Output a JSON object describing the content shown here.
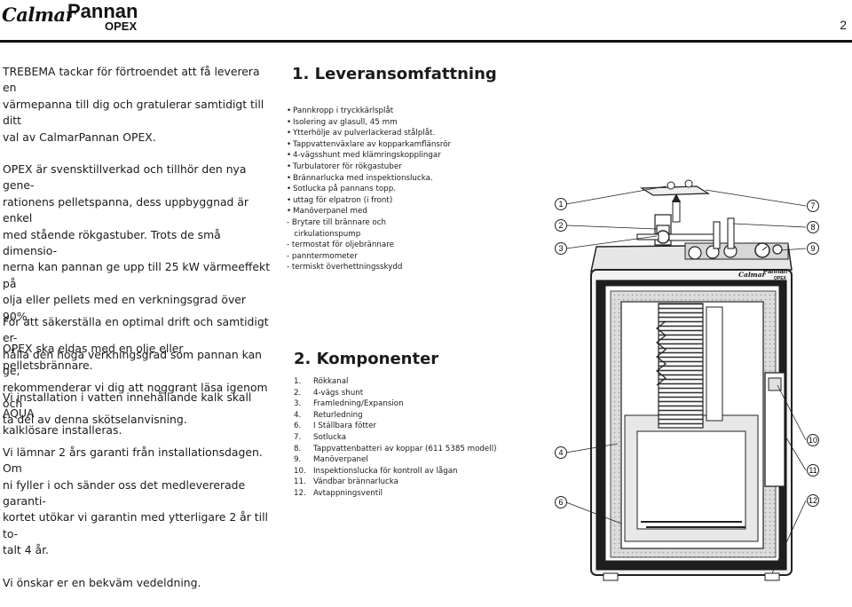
{
  "header": {
    "logo_script": "Calmar",
    "logo_brand": "Pannan",
    "logo_model": "OPEX",
    "page_number": "2"
  },
  "intro": {
    "paragraphs": [
      "TREBEMA tackar för förtroendet att få leverera en\nvärmepanna till dig och gratulerar samtidigt till ditt\nval av CalmarPannan OPEX.",
      "OPEX är svensktillverkad och tillhör den nya gene-\nrationens pelletspanna, dess uppbyggnad är enkel\nmed stående rökgastuber. Trots de små dimensio-\nnerna kan pannan ge upp till 25 kW värmeeffekt på\nolja eller pellets med en verkningsgrad över 90%.",
      "OPEX ska eldas med en olje eller pelletsbrännare.",
      "Vi installation i vatten innehållande kalk skall AQUA\nkalklösare installeras."
    ]
  },
  "lower": {
    "paragraphs": [
      "För att säkerställa en optimal drift och samtidigt er-\nhålla den höga verkningsgrad som pannan kan ge,\nrekommenderar vi dig att noggrant läsa igenom och\nta del av denna skötselanvisning.",
      "Vi lämnar 2 års garanti från installationsdagen. Om\nni fyller i och sänder oss det medlevererade garanti-\nkortet utökar vi garantin med ytterligare 2 år till to-\ntalt 4 år.",
      "Vi önskar er en bekväm vedeldning."
    ]
  },
  "delivery": {
    "title": "1. Leveransomfattning",
    "items": [
      {
        "bullet": "•",
        "text": "Pannkropp i tryckkärlsplåt"
      },
      {
        "bullet": "•",
        "text": "Isolering av glasull, 45 mm"
      },
      {
        "bullet": "•",
        "text": "Ytterhölje av pulverlackerad stålplåt."
      },
      {
        "bullet": "•",
        "text": "Tappvattenväxlare av kopparkamflänsrör"
      },
      {
        "bullet": "•",
        "text": "4-vägsshunt med klämringskopplingar"
      },
      {
        "bullet": "•",
        "text": "Turbulatorer för rökgastuber"
      },
      {
        "bullet": "•",
        "text": "Brännarlucka med inspektionslucka."
      },
      {
        "bullet": "•",
        "text": "Sotlucka på pannans topp."
      },
      {
        "bullet": "•",
        "text": "uttag för elpatron (i front)"
      },
      {
        "bullet": "•",
        "text": "Manöverpanel med"
      },
      {
        "bullet": "",
        "text": "- Brytare till brännare och"
      },
      {
        "bullet": "",
        "text": "   cirkulationspump"
      },
      {
        "bullet": "",
        "text": "- termostat för oljebrännare"
      },
      {
        "bullet": "",
        "text": "- panntermometer"
      },
      {
        "bullet": "",
        "text": "- termiskt överhettningsskydd"
      }
    ]
  },
  "components": {
    "title": "2. Komponenter",
    "items": [
      {
        "num": "1.",
        "text": "Rökkanal"
      },
      {
        "num": "2.",
        "text": "4-vägs shunt"
      },
      {
        "num": "3.",
        "text": "Framledning/Expansion"
      },
      {
        "num": "4.",
        "text": "Returledning"
      },
      {
        "num": "6.",
        "text": "I Ställbara fötter"
      },
      {
        "num": "7.",
        "text": "Sotlucka"
      },
      {
        "num": "8.",
        "text": "Tappvattenbatteri av koppar (611 5385 modell)"
      },
      {
        "num": "9.",
        "text": "Manöverpanel"
      },
      {
        "num": "10.",
        "text": "Inspektionslucka för kontroll av lågan"
      },
      {
        "num": "11.",
        "text": "Vändbar brännarlucka"
      },
      {
        "num": "12.",
        "text": "Avtappningsventil"
      }
    ]
  },
  "illustration": {
    "brand_script": "Calmar",
    "brand_name": "Pannan",
    "brand_model": "OPEX",
    "callouts": [
      "1",
      "2",
      "3",
      "7",
      "8",
      "9",
      "4",
      "6",
      "10",
      "11",
      "12"
    ]
  }
}
